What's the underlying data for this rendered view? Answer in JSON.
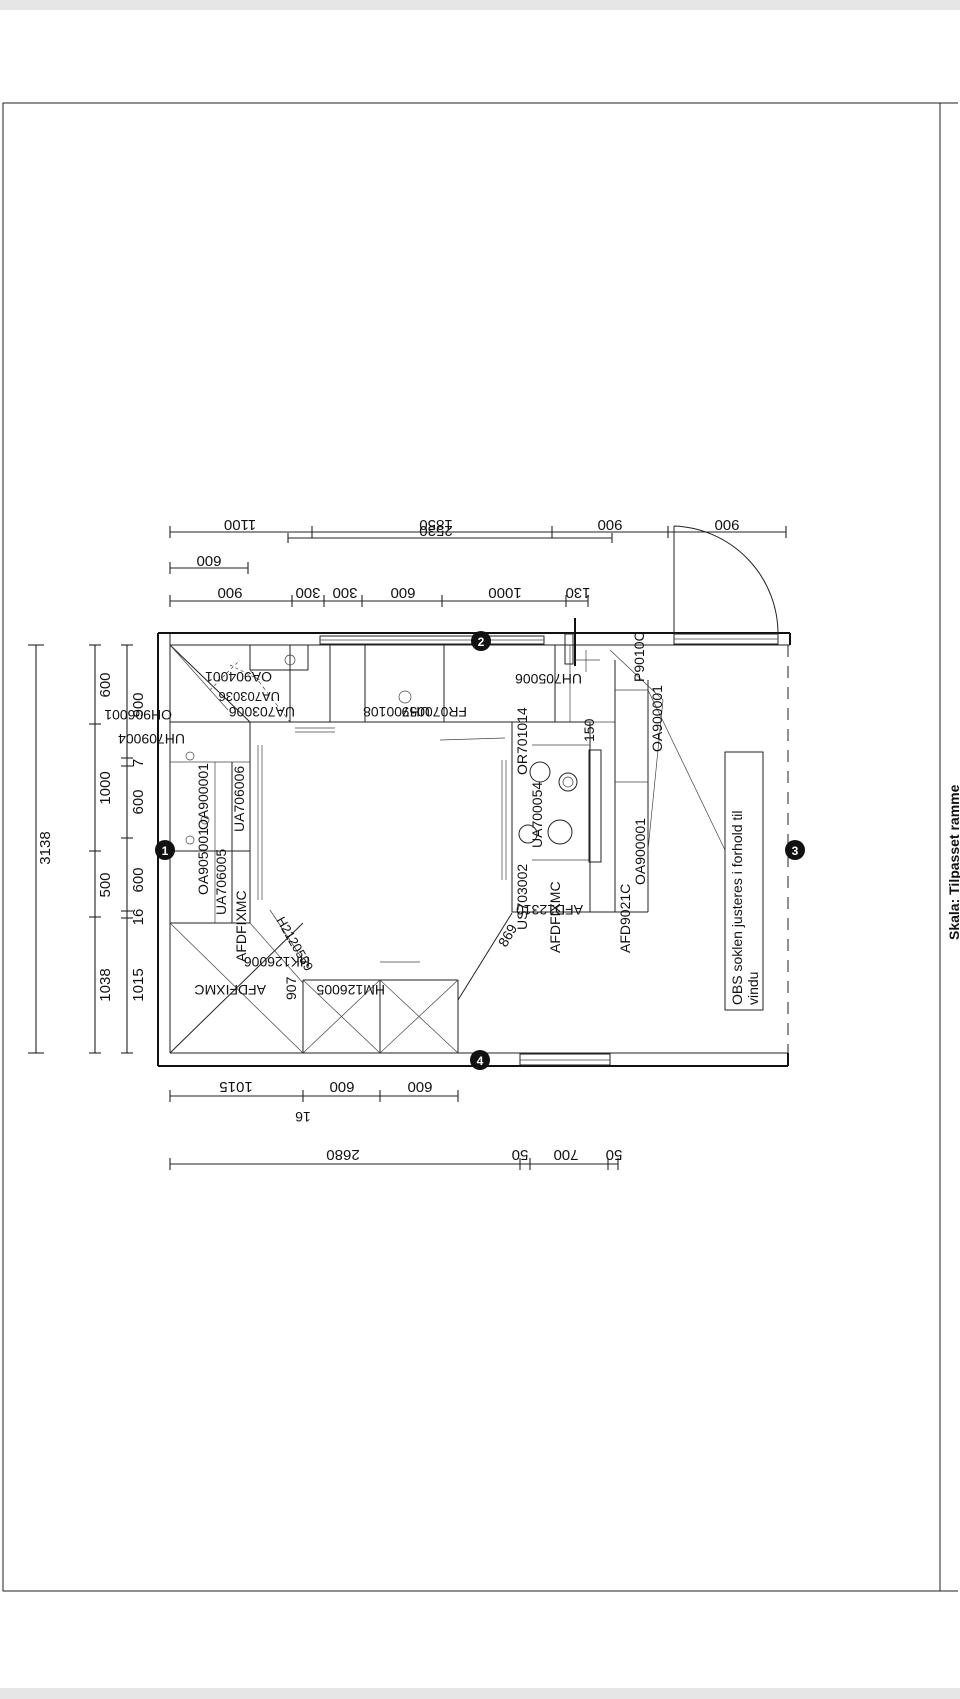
{
  "dims": {
    "top_row1": [
      "1100",
      "1850",
      "2530",
      "900",
      "900"
    ],
    "top_row2": [
      "600"
    ],
    "top_row3": [
      "900",
      "300",
      "300",
      "600",
      "1000",
      "130"
    ],
    "left_total": "3138",
    "left_row1": [
      "600",
      "1000",
      "500",
      "1038"
    ],
    "left_row2": [
      "900",
      "7",
      "600",
      "600",
      "16",
      "1015"
    ],
    "bottom_row1": [
      "1015",
      "600",
      "600"
    ],
    "bottom_16": "16",
    "bottom_row2": [
      "2680",
      "50",
      "700",
      "50"
    ],
    "diag_869": "869",
    "label_150": "150"
  },
  "markers": [
    "1",
    "2",
    "3",
    "4"
  ],
  "codes": {
    "oa904001": "OA904001",
    "ua703036": "UA703036",
    "ua703006": "UA703006",
    "uh700108": "UH700108",
    "fr070059": "FR070059",
    "oh906001": "OH906001",
    "uh709004": "UH709004",
    "oa905001": "OA905001",
    "oa900001a": "OA900001",
    "ua706005": "UA706005",
    "ua706006": "UA706006",
    "afdfixmc_a": "AFDFIXMC",
    "h2120559": "H2120559",
    "afdfixmc_b": "AFDFIXMC",
    "code_907": "907",
    "hk126006": "HK126006",
    "hm126005": "HM126005",
    "or701014": "OR701014",
    "ua700054": "UA700054",
    "us703002": "US703002",
    "afdfixmc_c": "AFDFIXMC",
    "afd12310": "AFD12310",
    "afd9021c": "AFD9021C",
    "oa900001b": "OA900001",
    "oa900001c": "OA900001",
    "uh705006": "UH705006",
    "p9010c": "P9010C"
  },
  "note": {
    "line1": "OBS soklen justeres i forhold til",
    "line2": "vindu"
  },
  "scale_label": "Skala: Tilpasset ramme"
}
